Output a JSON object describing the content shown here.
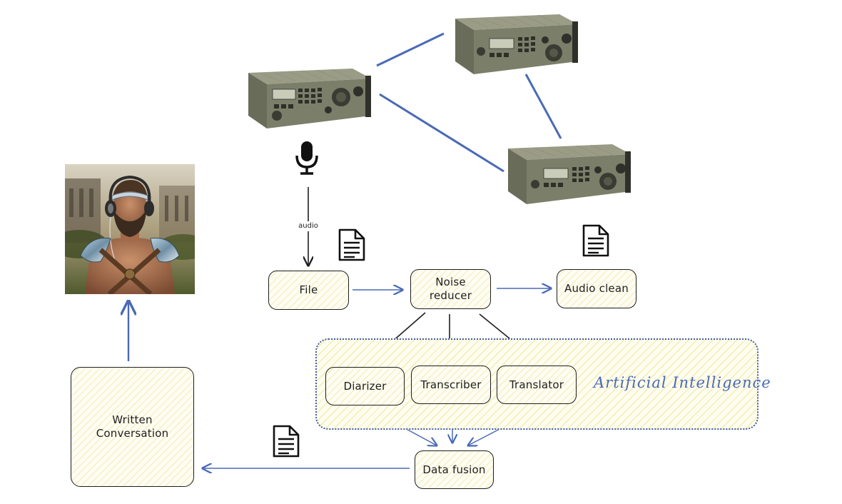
{
  "diagram": {
    "nodes": {
      "file": "File",
      "noise_reducer": "Noise reducer",
      "audio_clean": "Audio clean",
      "diarizer": "Diarizer",
      "transcriber": "Transcriber",
      "translator": "Translator",
      "data_fusion": "Data fusion",
      "written_conversation": "Written Conversation"
    },
    "group_label": "Artificial Intelligence",
    "edge_label_audio": "audio",
    "icons": [
      "radio-transceiver-icon",
      "microphone-icon",
      "document-icon",
      "warrior-with-headphones-image"
    ],
    "colors": {
      "accent_blue": "#4a6ab5",
      "box_fill": "#fffdf3",
      "hatch": "#e2da78",
      "stroke": "#1e1e1e"
    }
  }
}
